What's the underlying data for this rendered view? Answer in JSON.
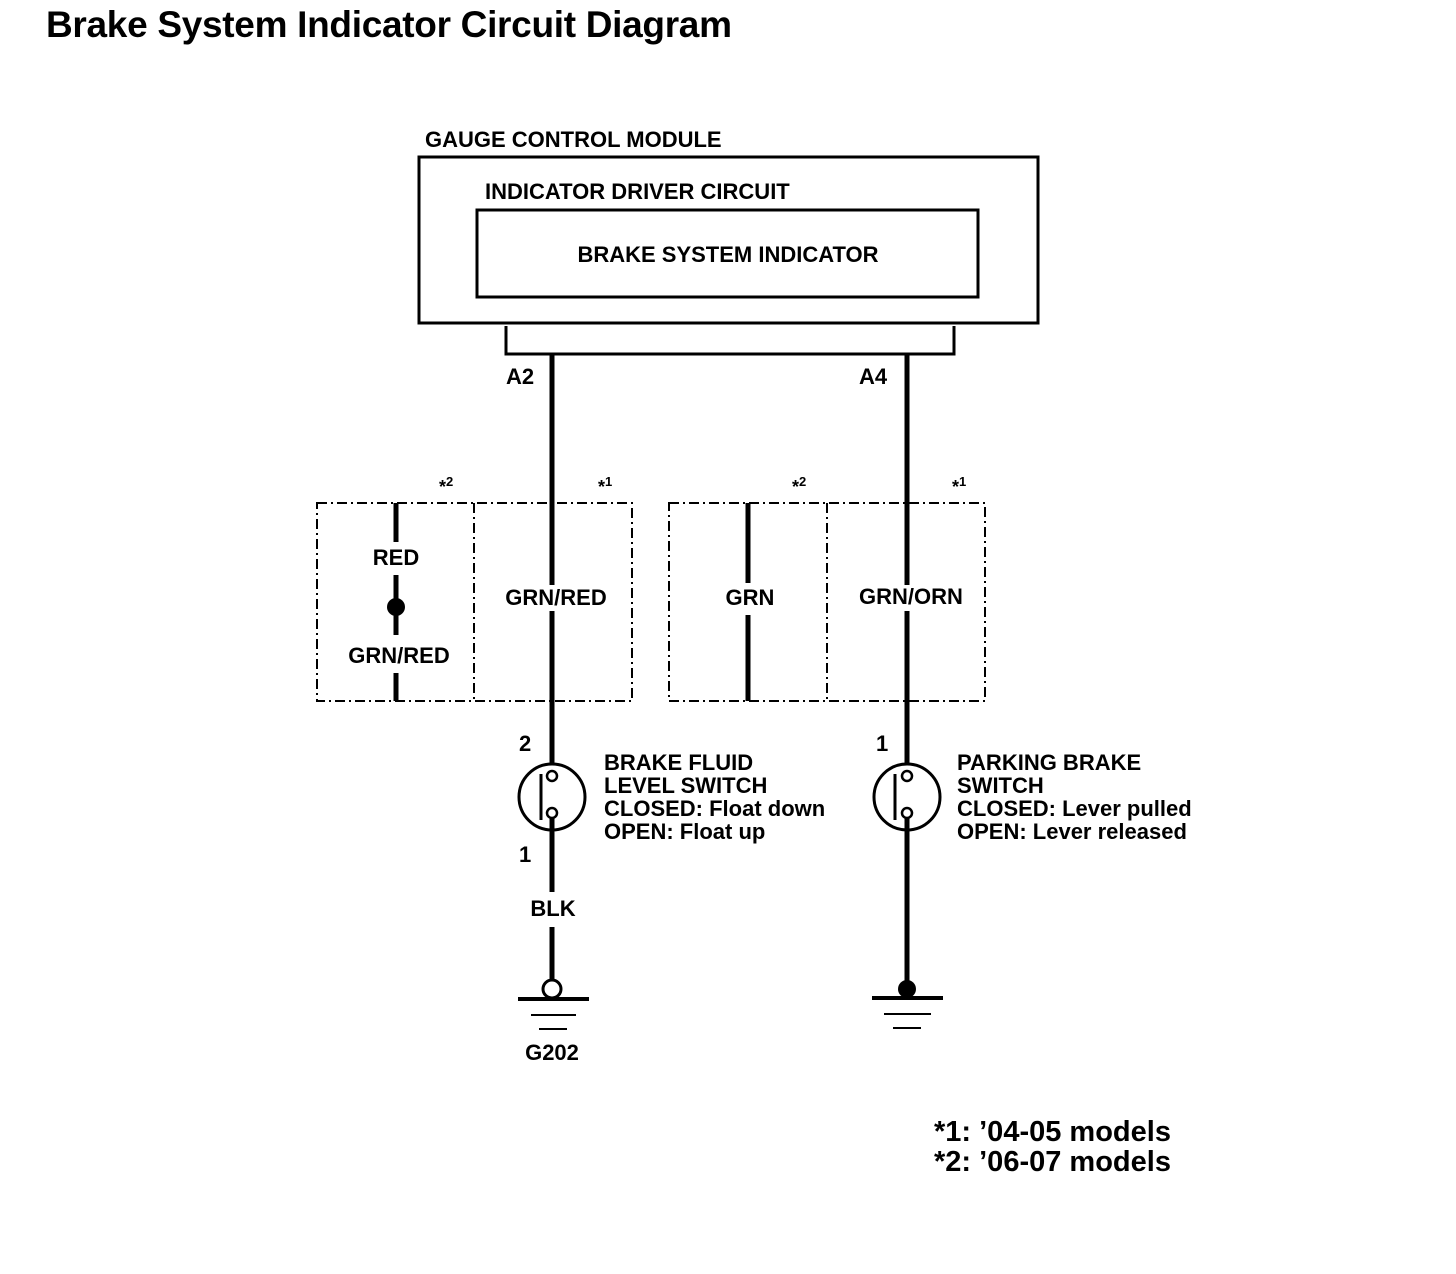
{
  "title": "Brake System Indicator Circuit Diagram",
  "module": {
    "outer_label": "GAUGE CONTROL MODULE",
    "driver_label": "INDICATOR DRIVER CIRCUIT",
    "indicator_label": "BRAKE SYSTEM INDICATOR"
  },
  "pins": {
    "left": "A2",
    "right": "A4"
  },
  "variant_boxes": {
    "left_star_2": "*",
    "left_star_2_sup": "2",
    "left_star_1": "*",
    "left_star_1_sup": "1",
    "right_star_2": "*",
    "right_star_2_sup": "2",
    "right_star_1": "*",
    "right_star_1_sup": "1",
    "wire_red": "RED",
    "wire_grn_red_lower": "GRN/RED",
    "wire_grn_red": "GRN/RED",
    "wire_grn": "GRN",
    "wire_grn_orn": "GRN/ORN"
  },
  "brake_fluid_switch": {
    "pin_top": "2",
    "pin_bottom": "1",
    "lines": [
      "BRAKE FLUID",
      "LEVEL SWITCH",
      "CLOSED: Float down",
      "OPEN: Float up"
    ],
    "wire_below": "BLK",
    "ground_label": "G202"
  },
  "parking_brake_switch": {
    "pin_top": "1",
    "lines": [
      "PARKING BRAKE",
      "SWITCH",
      "CLOSED: Lever pulled",
      "OPEN: Lever released"
    ]
  },
  "footnotes": [
    "*1: ’04-05 models",
    "*2: ’06-07 models"
  ]
}
